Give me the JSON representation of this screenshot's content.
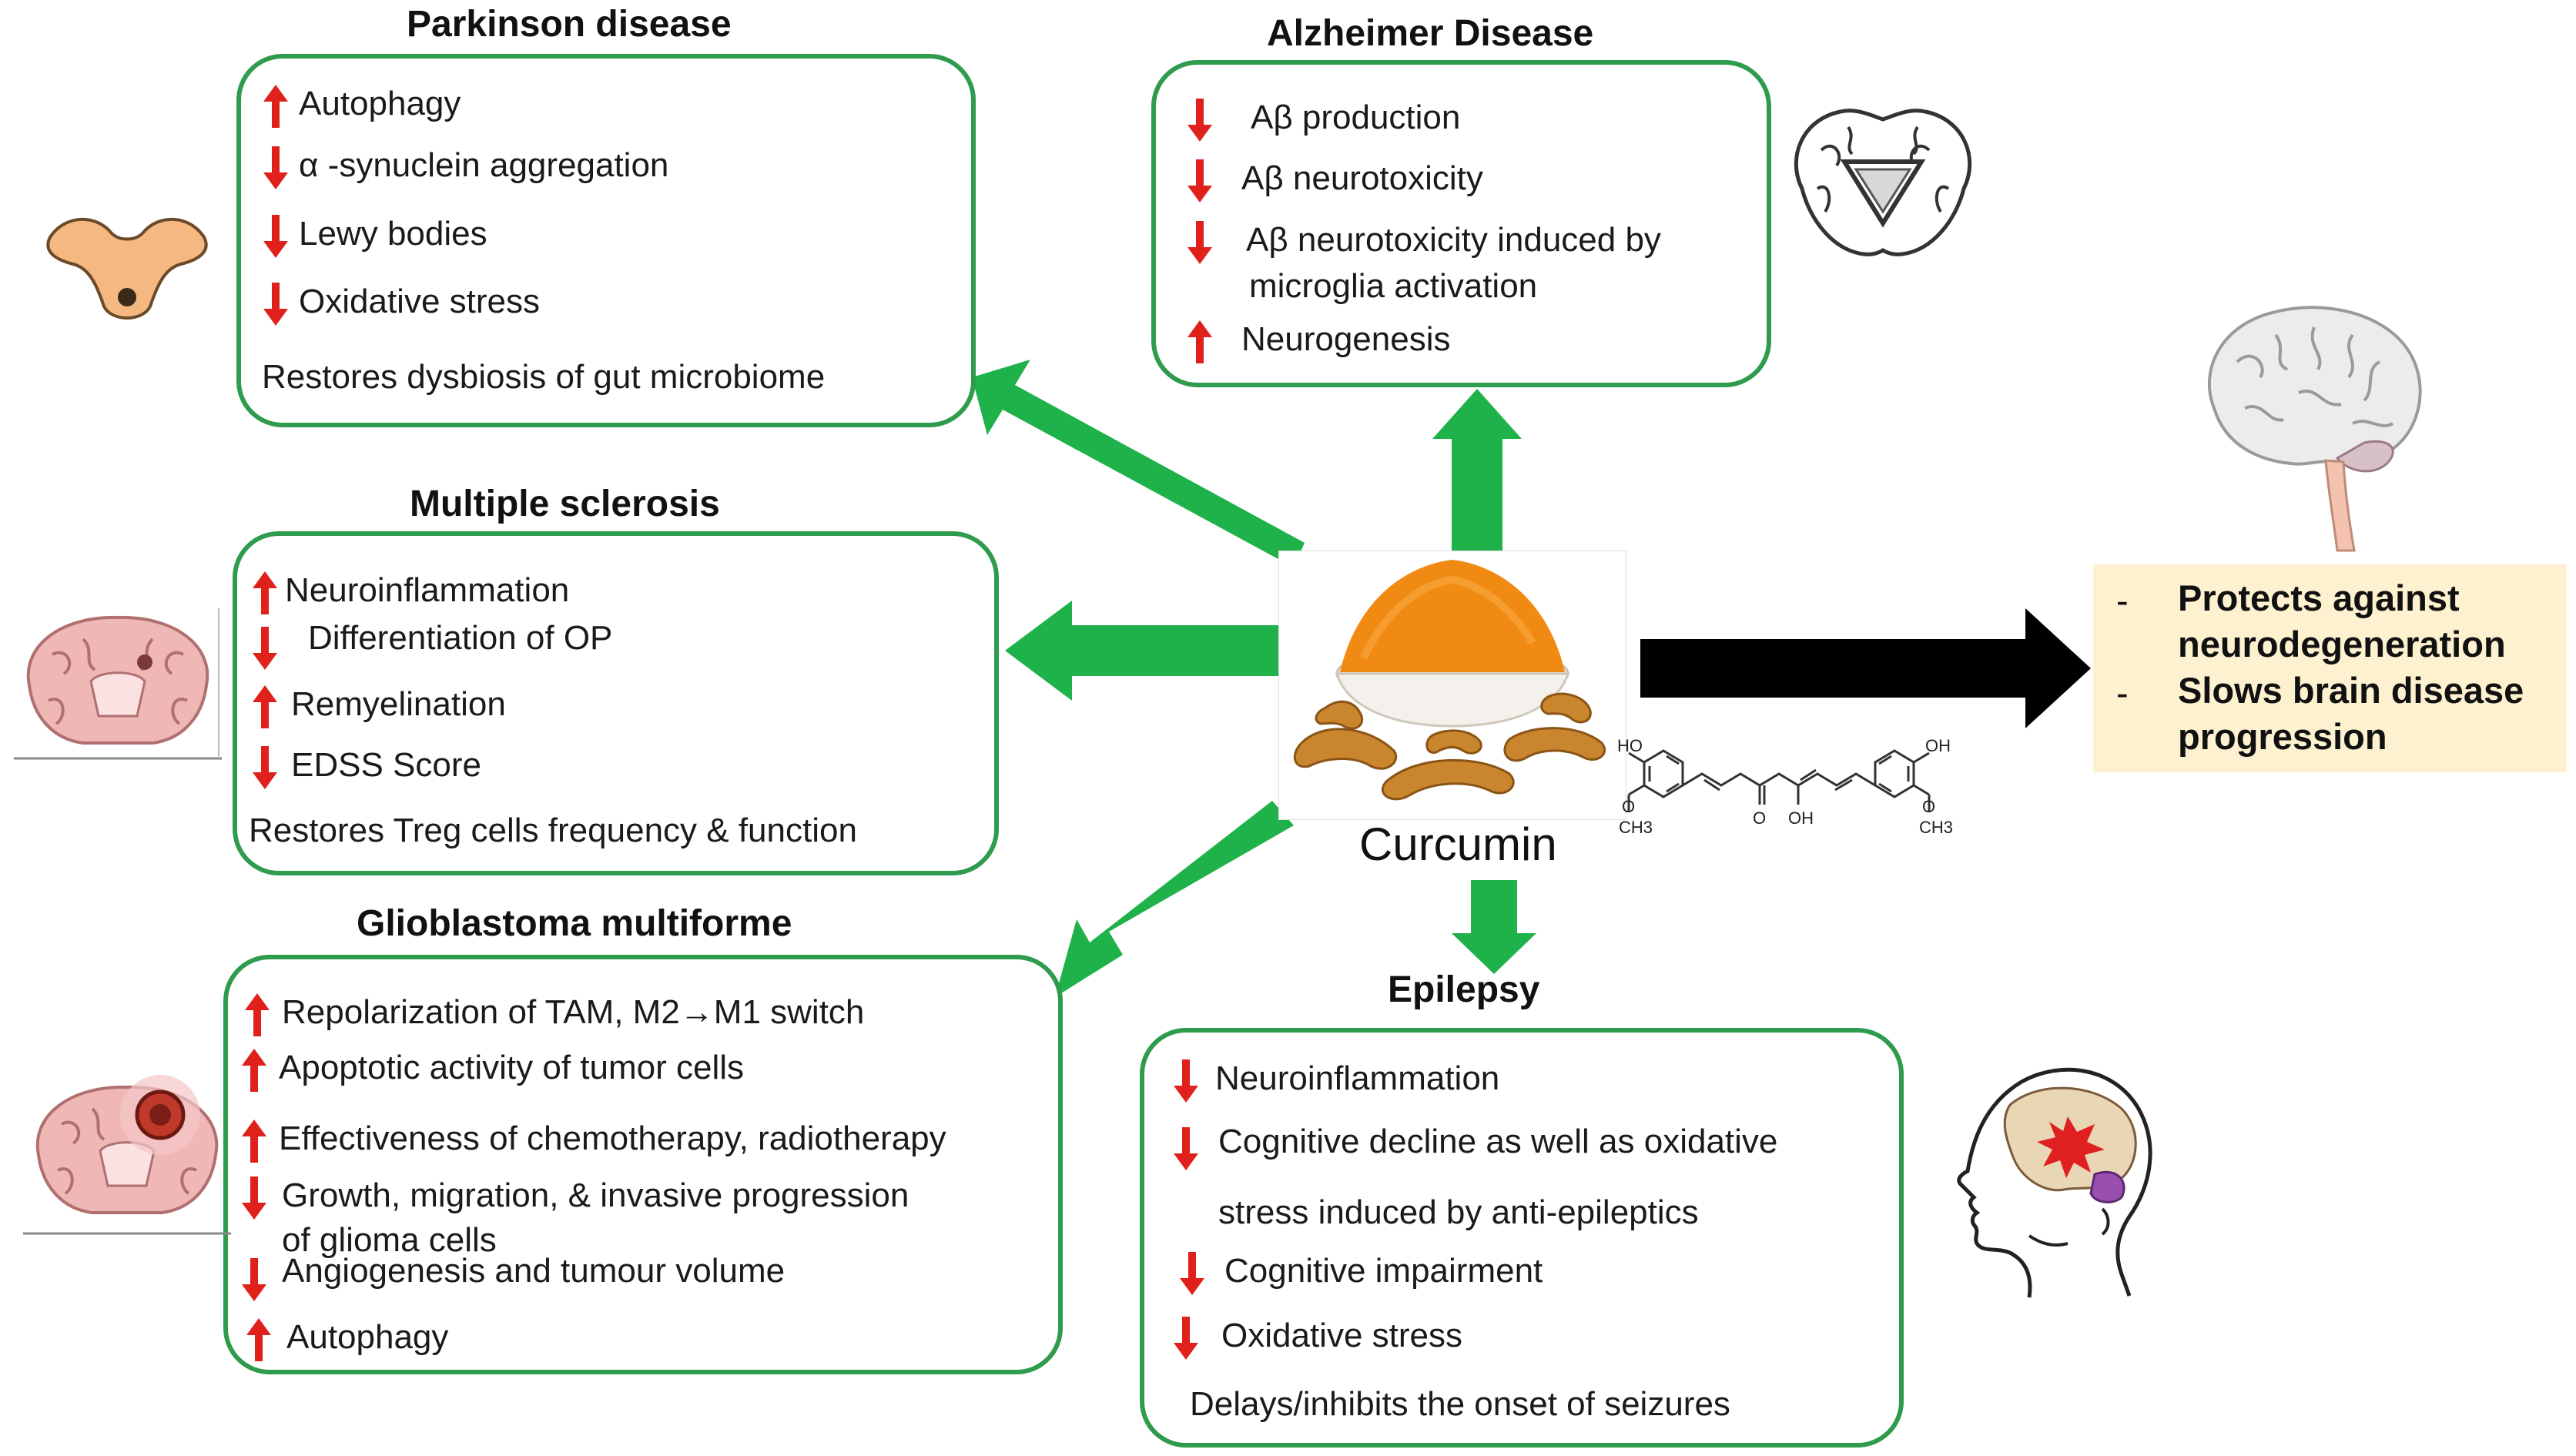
{
  "colors": {
    "box_border": "#2f9b4d",
    "up_arrow": "#e0201b",
    "down_arrow": "#e0201b",
    "flow_arrow": "#1fb24a",
    "main_arrow": "#000000",
    "note_bg": "#fdf1cf"
  },
  "center": {
    "label": "Curcumin"
  },
  "molecule": {
    "ho": "HO",
    "o_left": "O",
    "ch3_left": "CH3",
    "o_mid": "O",
    "oh_mid": "OH",
    "oh_right": "OH",
    "o_right": "O",
    "ch3_right": "CH3"
  },
  "note": {
    "dash1": "-",
    "line1a": "Protects against",
    "line1b": "neurodegeneration",
    "dash2": "-",
    "line2a": "Slows brain disease",
    "line2b": "progression"
  },
  "parkinson": {
    "title": "Parkinson disease",
    "items": [
      {
        "dir": "up",
        "text": "Autophagy"
      },
      {
        "dir": "down",
        "text": "α -synuclein aggregation"
      },
      {
        "dir": "down",
        "text": "Lewy bodies"
      },
      {
        "dir": "down",
        "text": "Oxidative stress"
      },
      {
        "dir": "none",
        "text": "Restores dysbiosis of gut microbiome"
      }
    ]
  },
  "alzheimer": {
    "title": "Alzheimer Disease",
    "items": [
      {
        "dir": "down",
        "text": "Aβ  production"
      },
      {
        "dir": "down",
        "text": "Aβ  neurotoxicity"
      },
      {
        "dir": "down",
        "text": "Aβ  neurotoxicity induced by",
        "text2": "microglia activation"
      },
      {
        "dir": "up",
        "text": "Neurogenesis"
      }
    ]
  },
  "ms": {
    "title": "Multiple sclerosis",
    "items": [
      {
        "dir": "up",
        "text": "Neuroinflammation"
      },
      {
        "dir": "down",
        "text": "Differentiation of OP"
      },
      {
        "dir": "up",
        "text": "Remyelination"
      },
      {
        "dir": "down",
        "text": "EDSS Score"
      },
      {
        "dir": "none",
        "text": "Restores  Treg cells frequency & function"
      }
    ]
  },
  "gbm": {
    "title": "Glioblastoma  multiforme",
    "items": [
      {
        "dir": "up",
        "text": "Repolarization of TAM, M2→M1 switch"
      },
      {
        "dir": "up",
        "text": "Apoptotic activity of tumor cells"
      },
      {
        "dir": "up",
        "text": "Effectiveness of chemotherapy, radiotherapy"
      },
      {
        "dir": "down",
        "text": "Growth, migration, & invasive progression",
        "text2": "of glioma cells"
      },
      {
        "dir": "down",
        "text": "Angiogenesis and tumour volume"
      },
      {
        "dir": "up",
        "text": "Autophagy"
      }
    ]
  },
  "epilepsy": {
    "title": "Epilepsy",
    "items": [
      {
        "dir": "down",
        "text": "Neuroinflammation"
      },
      {
        "dir": "down",
        "text": "Cognitive decline as well as oxidative"
      },
      {
        "dir": "none",
        "text": "stress induced by anti-epileptics"
      },
      {
        "dir": "down",
        "text": "Cognitive impairment"
      },
      {
        "dir": "down",
        "text": "Oxidative stress"
      },
      {
        "dir": "none",
        "text": "Delays/inhibits the onset of seizures"
      }
    ]
  }
}
